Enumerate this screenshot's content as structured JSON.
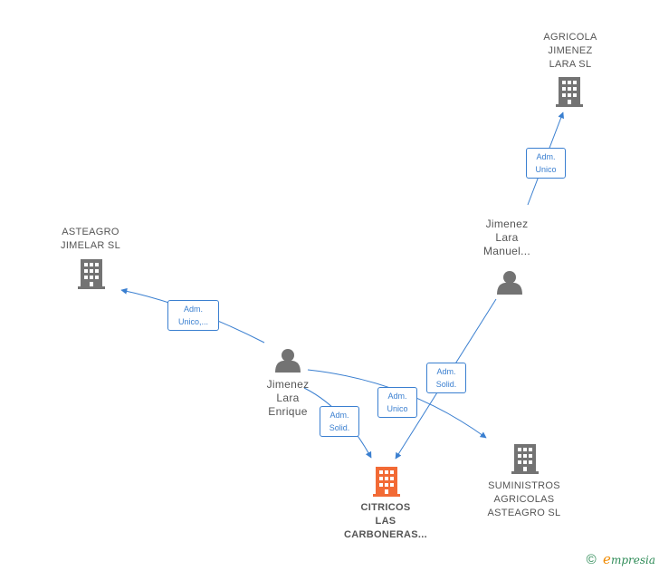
{
  "nodes": {
    "agricola": {
      "lines": [
        "AGRICOLA",
        "JIMENEZ",
        "LARA  SL"
      ],
      "type": "company"
    },
    "asteagro": {
      "lines": [
        "ASTEAGRO",
        "JIMELAR  SL"
      ],
      "type": "company"
    },
    "manuel": {
      "lines": [
        "Jimenez",
        "Lara",
        "Manuel..."
      ],
      "type": "person"
    },
    "enrique": {
      "lines": [
        "Jimenez",
        "Lara",
        "Enrique"
      ],
      "type": "person"
    },
    "citricos": {
      "lines": [
        "CITRICOS",
        "LAS",
        "CARBONERAS..."
      ],
      "type": "company-focus"
    },
    "suministros": {
      "lines": [
        "SUMINISTROS",
        "AGRICOLAS",
        "ASTEAGRO  SL"
      ],
      "type": "company"
    }
  },
  "edges": {
    "manuel_agricola": [
      "Adm.",
      "Unico"
    ],
    "enrique_asteagro": [
      "Adm.",
      "Unico,..."
    ],
    "enrique_citricos": [
      "Adm.",
      "Solid."
    ],
    "enrique_suministros": [
      "Adm.",
      "Unico"
    ],
    "manuel_citricos": [
      "Adm.",
      "Solid."
    ]
  },
  "colors": {
    "company": "#737373",
    "focus": "#f26a35",
    "person": "#737373",
    "edge": "#3a7fd0"
  },
  "watermark": {
    "copyright": "©",
    "brand_e": "e",
    "brand_rest": "mpresia"
  }
}
